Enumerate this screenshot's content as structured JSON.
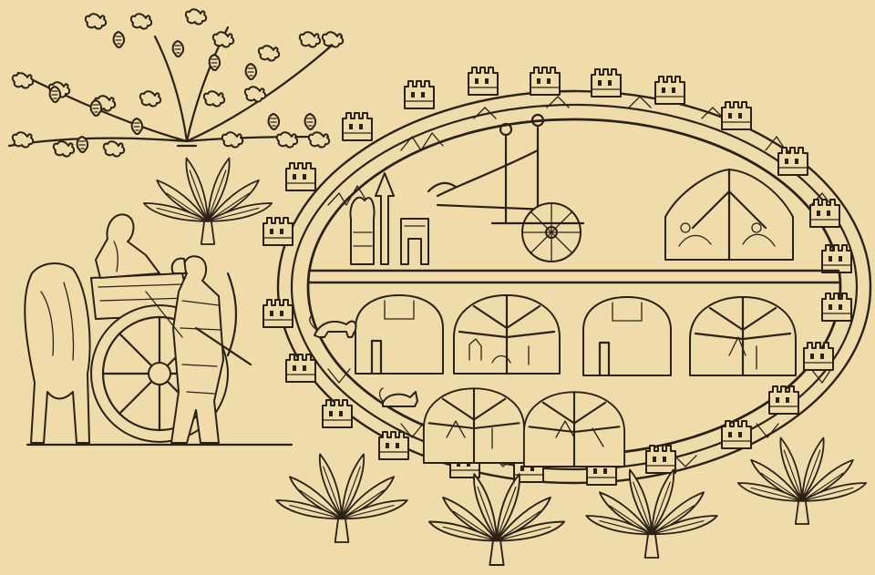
{
  "image": {
    "subject": "engraving-assyrian-relief-fortified-camp",
    "colors": {
      "paper": "#efdcaa",
      "ink": "#2b2217"
    },
    "elements": [
      "vine-tree",
      "palm-trees",
      "chariot-with-horse-and-figures",
      "oval-fortified-wall-with-towers",
      "upper-register-scene",
      "lower-register-tents",
      "lion",
      "recumbent-animal"
    ]
  }
}
